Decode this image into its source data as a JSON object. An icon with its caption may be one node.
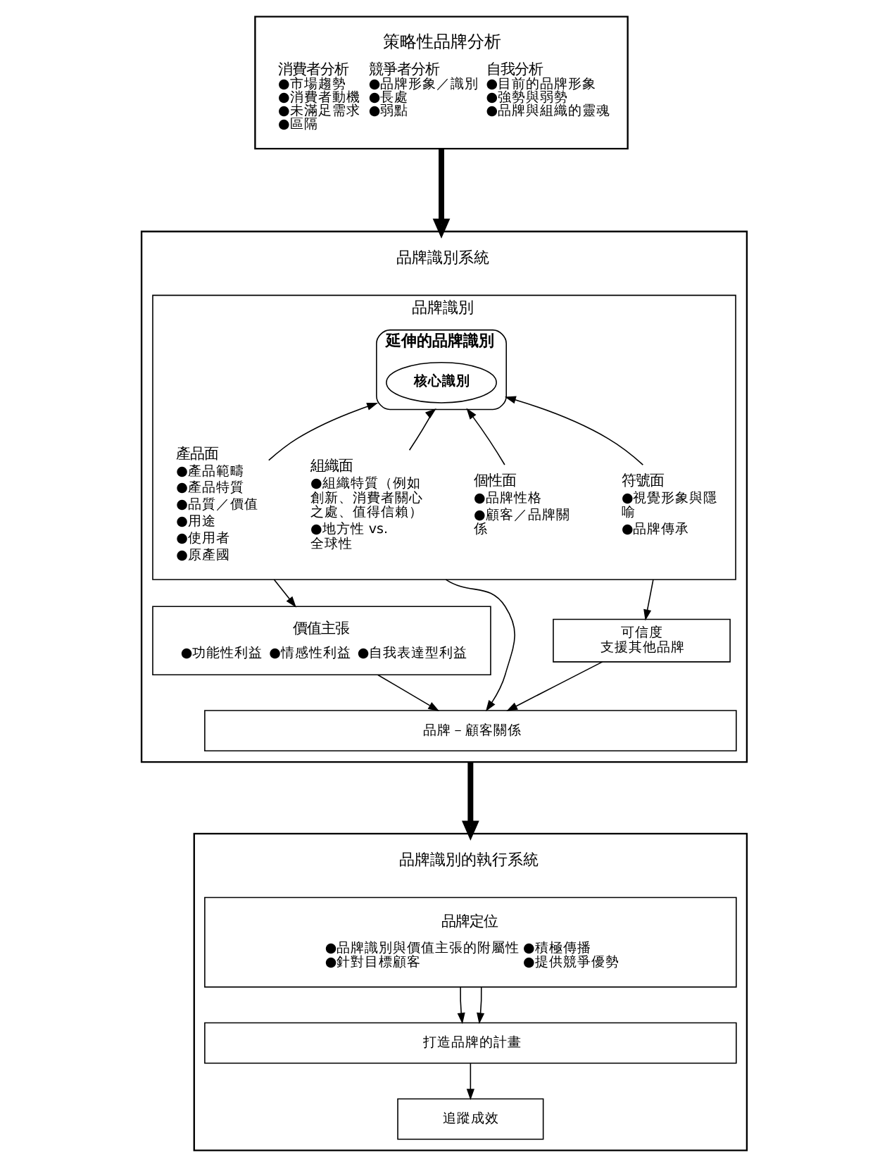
{
  "diagram": {
    "nodes": [
      {
        "text": [
          "策略性品牌分析",
          "消費者分析",
          "●市場趨勢",
          "●消費者動機",
          "●未滿足需求",
          "●區隔",
          "競爭者分析",
          "●品牌形象／識別",
          "●長處",
          "●弱點",
          "自我分析",
          "●目前的品牌形象",
          "●強勢與弱勢",
          "●品牌與組織的靈魂"
        ]
      },
      {
        "text": [
          "品牌識別系統"
        ]
      },
      {
        "text": [
          "品牌識別"
        ],
        "in": 1
      },
      {
        "text": [
          "延伸的品牌識別"
        ],
        "in": 2
      },
      {
        "text": [
          "核心識別"
        ],
        "in": 3
      },
      {
        "text": [
          "產品面",
          "●產品範疇",
          "●產品特質",
          "●品質／價值",
          "●用途",
          "●使用者",
          "●原產國"
        ],
        "in": 2
      },
      {
        "text": [
          "組織面",
          "●組織特質（例如創新、消費者關心之處、值得信賴）",
          "●地方性 vs.全球性"
        ],
        "in": 2
      },
      {
        "text": [
          "個性面",
          "●品牌性格",
          "●顧客／品牌關係"
        ],
        "in": 2
      },
      {
        "text": [
          "符號面",
          "●視覺形象與隱喻",
          "●品牌傳承"
        ],
        "in": 2
      },
      {
        "text": [
          "價值主張",
          "●功能性利益",
          "●情感性利益",
          "●自我表達型利益"
        ],
        "in": 1
      },
      {
        "text": [
          "可信度",
          "支援其他品牌"
        ],
        "in": 1
      },
      {
        "text": [
          "品牌－顧客關係"
        ],
        "in": 1
      },
      {
        "text": [
          "品牌識別的執行系統"
        ]
      },
      {
        "text": [
          "品牌定位",
          "●品牌識別與價值主張的附屬性",
          "●針對目標顧客",
          "●積極傳播",
          "●提供競爭優勢"
        ],
        "in": 12
      },
      {
        "text": [
          "打造品牌的計畫"
        ],
        "in": 12
      },
      {
        "text": [
          "追蹤成效"
        ],
        "in": 12
      }
    ],
    "edges": [
      {
        "from": 0,
        "to": 1,
        "arrow": "to",
        "style": "thick"
      },
      {
        "from": 5,
        "to": 3,
        "arrow": "to"
      },
      {
        "from": 6,
        "to": 3,
        "arrow": "to"
      },
      {
        "from": 7,
        "to": 3,
        "arrow": "to"
      },
      {
        "from": 8,
        "to": 3,
        "arrow": "to"
      },
      {
        "from": 2,
        "to": 9,
        "arrow": "to"
      },
      {
        "from": 2,
        "to": 11,
        "arrow": "to"
      },
      {
        "from": 2,
        "to": 10,
        "arrow": "to"
      },
      {
        "from": 9,
        "to": 11,
        "arrow": "to"
      },
      {
        "from": 10,
        "to": 11,
        "arrow": "to"
      },
      {
        "from": 1,
        "to": 12,
        "arrow": "to",
        "style": "thick"
      },
      {
        "from": 13,
        "to": 14,
        "arrow": "to"
      },
      {
        "from": 13,
        "to": 14,
        "arrow": "to"
      },
      {
        "from": 14,
        "to": 15,
        "arrow": "to"
      }
    ]
  }
}
